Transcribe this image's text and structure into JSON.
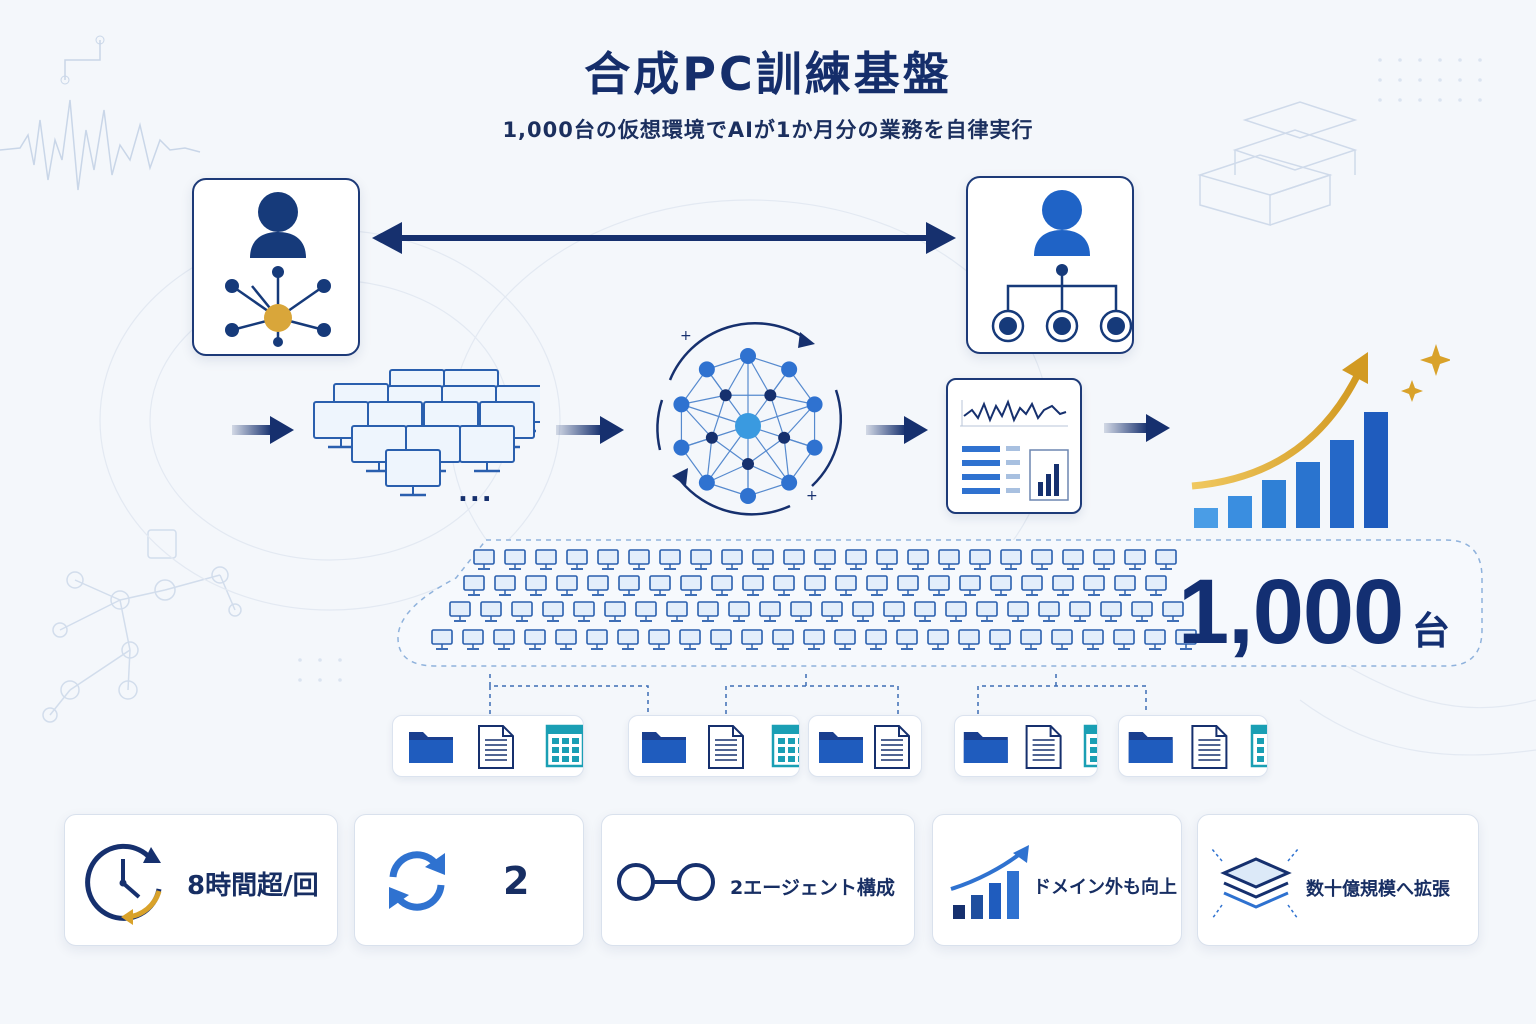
{
  "header": {
    "title": "合成PC訓練基盤",
    "subtitle": "1,000台の仮想環境でAIが1か月分の業務を自律実行"
  },
  "scale": {
    "count": "1,000",
    "unit": "台",
    "more_indicator": "..."
  },
  "metrics": [
    {
      "text": "8時間超/回",
      "icon": "clock-cycle-icon"
    },
    {
      "text": "2",
      "icon": "refresh-icon"
    },
    {
      "text": "2エージェント構成",
      "icon": "two-circles-icon"
    },
    {
      "text": "ドメイン外も向上",
      "icon": "rising-bars-icon"
    },
    {
      "text": "数十億規模へ拡張",
      "icon": "layers-expand-icon"
    }
  ],
  "colors": {
    "navy": "#16306e",
    "blue": "#1f63c6",
    "light_blue": "#3a8ee0",
    "teal": "#1a9fb4",
    "gold": "#d9a22a",
    "background": "#f4f7fb"
  }
}
